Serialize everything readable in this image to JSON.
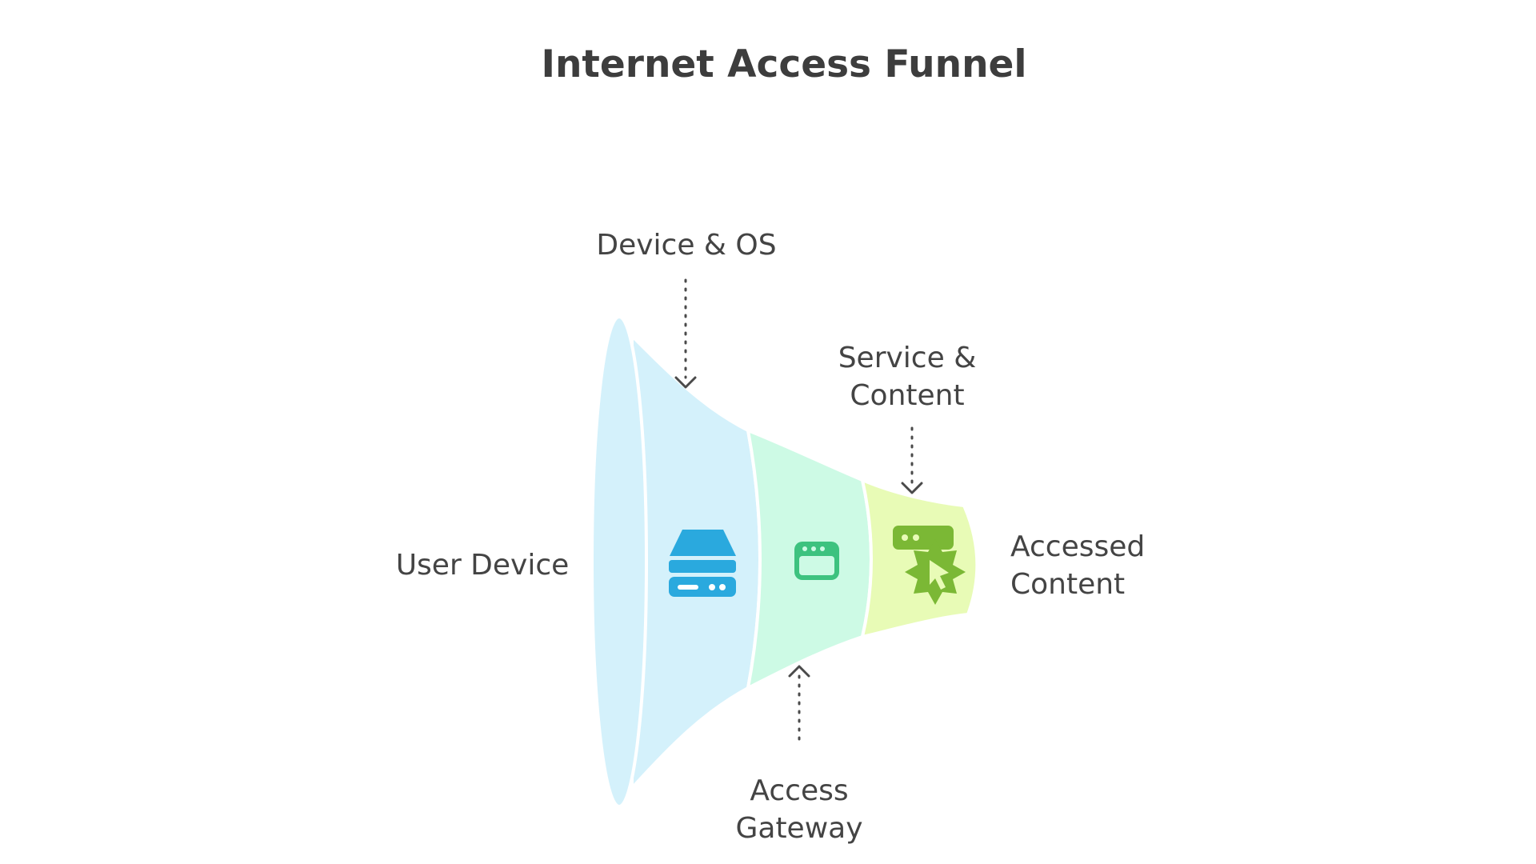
{
  "title": "Internet Access Funnel",
  "labels": {
    "device_os": "Device & OS",
    "service_content_line1": "Service &",
    "service_content_line2": "Content",
    "user_device": "User Device",
    "accessed_content_line1": "Accessed",
    "accessed_content_line2": "Content",
    "access_gateway_line1": "Access",
    "access_gateway_line2": "Gateway"
  },
  "stages": [
    {
      "name": "User Device",
      "color": "#d4f1fb",
      "icon": "server-icon",
      "icon_color": "#2aa9de"
    },
    {
      "name": "Access Gateway",
      "color": "#cdfae5",
      "icon": "browser-window-icon",
      "icon_color": "#3dc27f"
    },
    {
      "name": "Accessed Content",
      "color": "#e8fbb6",
      "icon": "click-chat-icon",
      "icon_color": "#7bb835"
    }
  ]
}
